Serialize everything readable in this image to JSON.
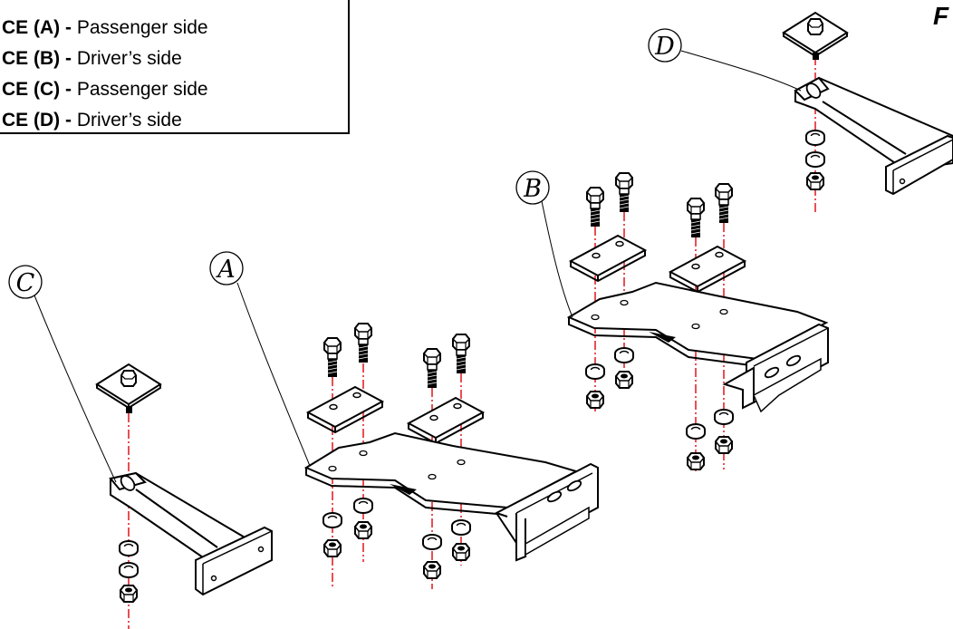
{
  "legend": {
    "items": [
      {
        "code": "CE (A) -",
        "side": " Passenger side"
      },
      {
        "code": "CE (B) -",
        "side": " Driver’s side"
      },
      {
        "code": "CE (C) -",
        "side": " Passenger side"
      },
      {
        "code": "CE (D) -",
        "side": " Driver’s side"
      }
    ]
  },
  "corner_letter": "F",
  "callouts": {
    "a": "A",
    "b": "B",
    "c": "C",
    "d": "D"
  },
  "colors": {
    "line": "#000000",
    "centerline": "#e0151b",
    "fill": "#ffffff",
    "bolt_thread": "#000000"
  },
  "icons": {
    "bolt": "hex-bolt-icon",
    "nut": "hex-nut-icon",
    "washer": "washer-icon",
    "plate": "backing-plate-icon"
  }
}
